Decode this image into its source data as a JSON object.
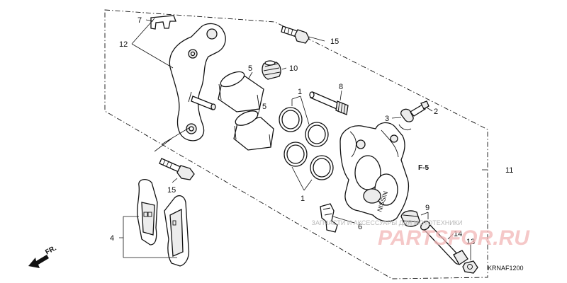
{
  "callouts": {
    "c1_top": "1",
    "c1_bottom": "1",
    "c2": "2",
    "c3": "3",
    "c4": "4",
    "c5_top": "5",
    "c5_bottom": "5",
    "c6": "6",
    "c7": "7",
    "c8": "8",
    "c9": "9",
    "c10": "10",
    "c11": "11",
    "c12": "12",
    "c13": "13",
    "c14": "14",
    "c15_top": "15",
    "c15_bottom": "15"
  },
  "reference": "F-5",
  "front_arrow_label": "FR.",
  "caliper_stamp": "NISSIN",
  "diagram_code": "KRNAF1200",
  "watermark": {
    "tagline": "ЗАПЧАСТИ И АКСЕССУАРЫ ДЛЯ МОТОТЕХНИКИ",
    "logo": "PARTSFOR.RU",
    "color": "#f2b6b6"
  },
  "line_color": "#111111",
  "background": "#ffffff"
}
